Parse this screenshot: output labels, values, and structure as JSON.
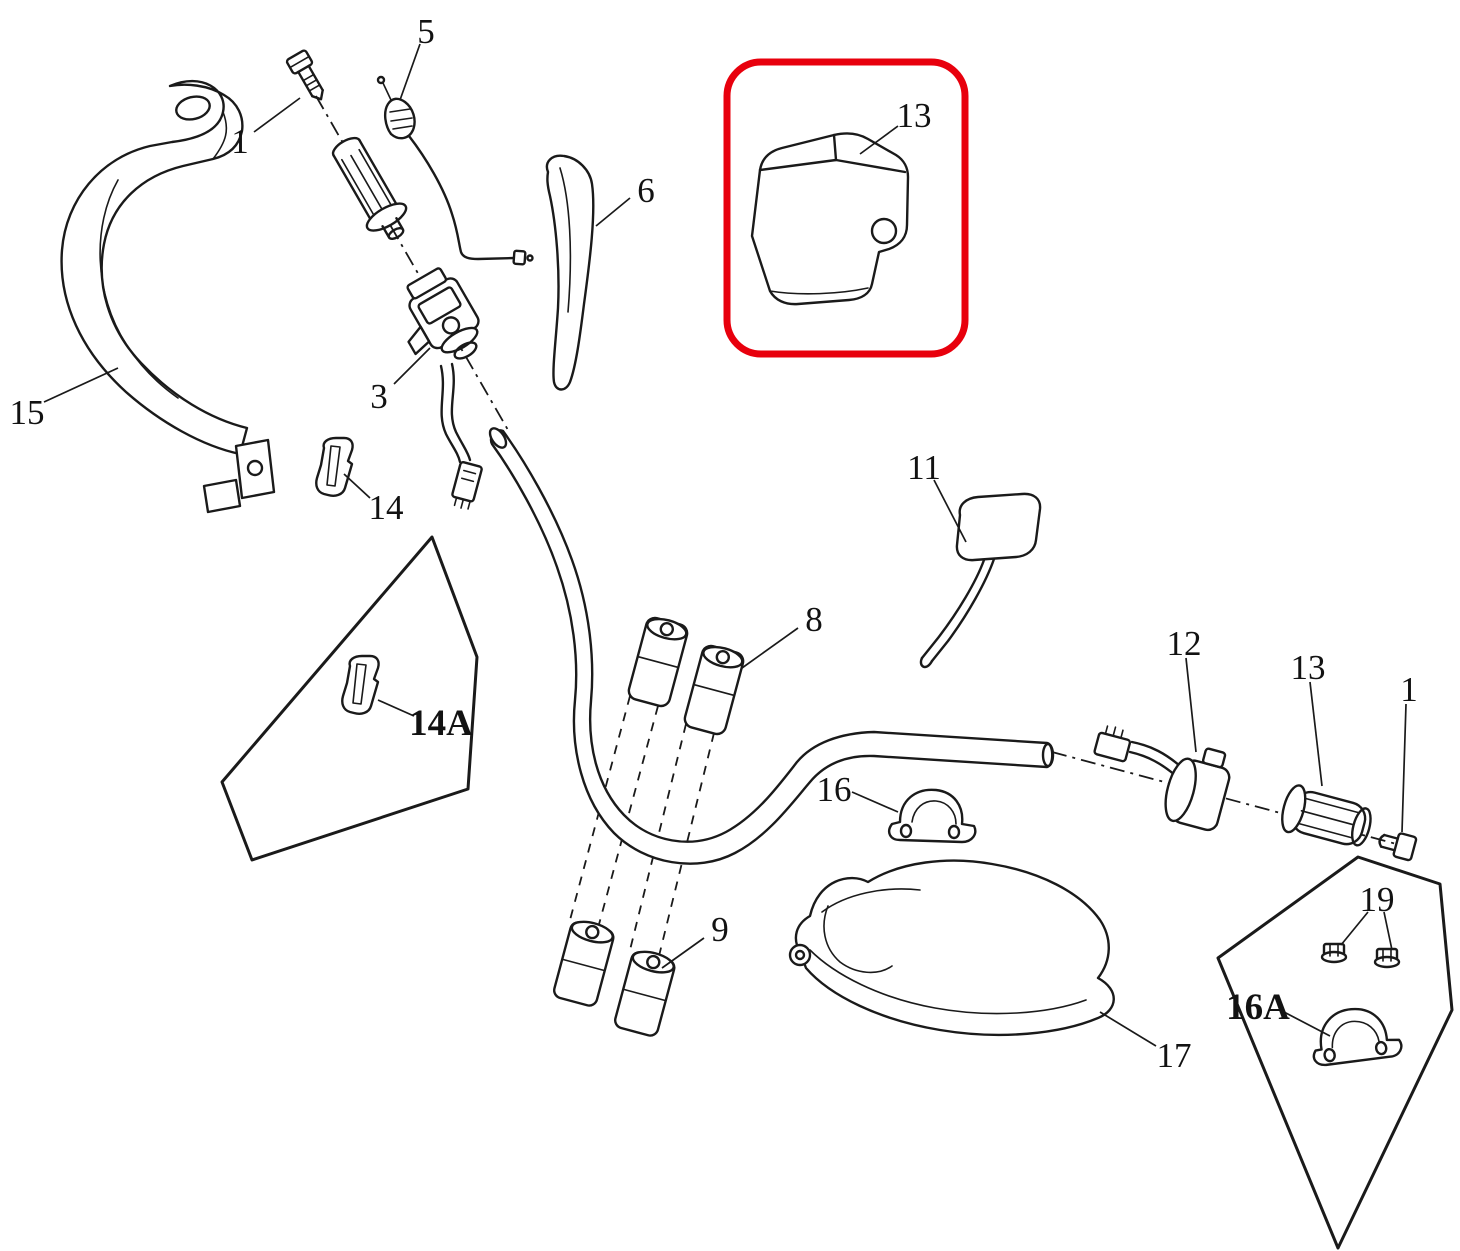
{
  "diagram": {
    "type": "exploded-parts-diagram",
    "subject": "handlebar-assembly",
    "highlighted_part": "13"
  },
  "colors": {
    "background": "#ffffff",
    "line": "#1a1a1a",
    "highlight": "#e8000d"
  },
  "callouts": {
    "bolt_left": "1",
    "cable": "5",
    "hand_guard_left": "15",
    "switch_assembly": "3",
    "lever": "6",
    "cover": "13",
    "clip": "14",
    "clip_a": "14A",
    "clamp_upper": "8",
    "mirror": "11",
    "bracket_cap": "16",
    "switch_right": "12",
    "grip": "13",
    "bolt_right": "1",
    "clamp_lower": "9",
    "hand_guard_right": "17",
    "nuts": "19",
    "bracket_cap_a": "16A"
  }
}
